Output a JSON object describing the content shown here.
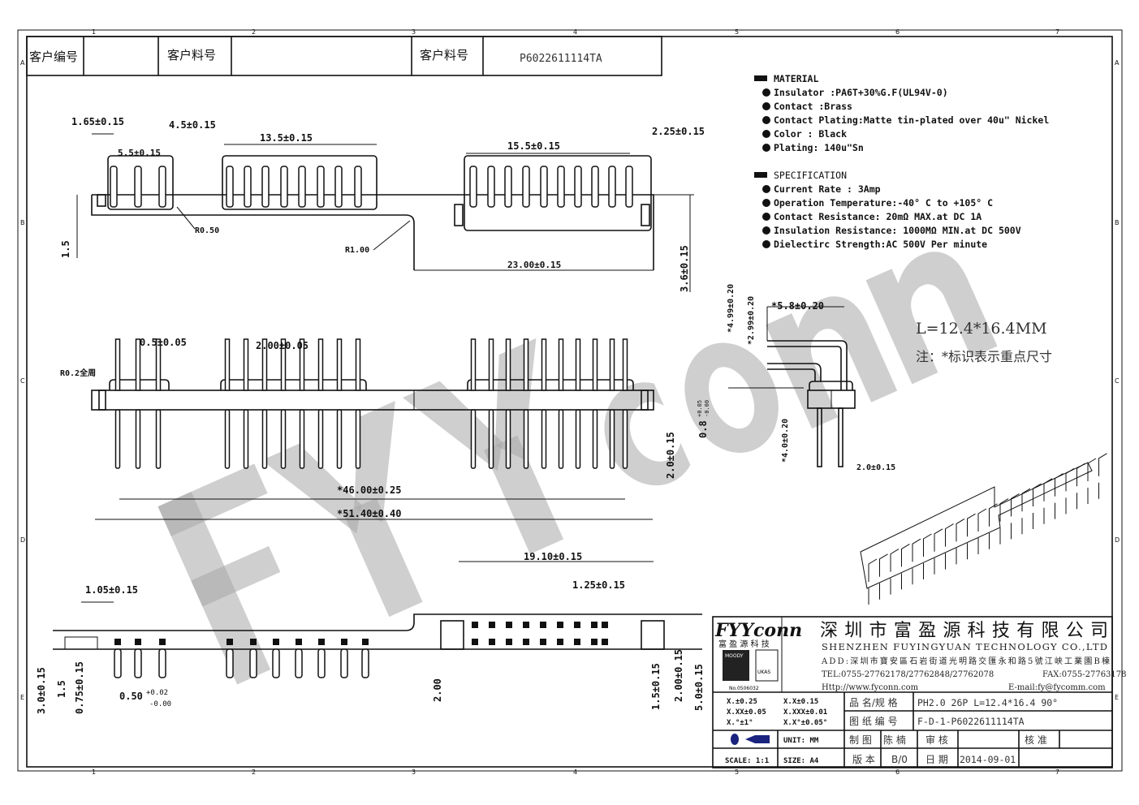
{
  "header": {
    "customer_no_label": "客户编号",
    "customer_no_value": "",
    "customer_part_label_1": "客户料号",
    "customer_part_value_1": "",
    "customer_part_label_2": "客户料号",
    "customer_part_value_2": "P6022611114TA"
  },
  "grid": {
    "columns": [
      "1",
      "2",
      "3",
      "4",
      "5",
      "6",
      "7"
    ],
    "rows": [
      "A",
      "B",
      "C",
      "D",
      "E"
    ]
  },
  "watermark": "FYYconn",
  "dimensions": {
    "top_view": [
      "1.65±0.15",
      "4.5±0.15",
      "13.5±0.15",
      "15.5±0.15",
      "2.25±0.15",
      "5.5±0.15",
      "R0.50",
      "R1.00",
      "23.00±0.15",
      "3.6±0.15",
      "1.5"
    ],
    "front_view": [
      "0.5±0.05",
      "2.00±0.05",
      "R0.2全周",
      "*46.00±0.25",
      "*51.40±0.40",
      "2.0±0.15",
      "0.8"
    ],
    "bottom_view": [
      "19.10±0.15",
      "1.25±0.15",
      "1.05±0.15",
      "3.0±0.15",
      "1.5",
      "0.75±0.15",
      "0.50",
      "+0.02",
      "-0.00",
      "2.00",
      "1.5±0.15",
      "2.00±0.15",
      "5.0±0.15"
    ],
    "side_view": [
      "*4.99±0.20",
      "*2.99±0.20",
      "*5.8±0.20",
      "*4.0±0.20",
      "2.0±0.15"
    ],
    "tol_small_plus": "+0.05",
    "tol_small_minus": "-0.00"
  },
  "material": {
    "heading": "MATERIAL",
    "items": [
      "Insulator :PA6T+30%G.F(UL94V-0)",
      "Contact   :Brass",
      "Contact Plating:Matte tin-plated over  40u\" Nickel",
      "Color : Black",
      "Plating: 140u\"Sn"
    ]
  },
  "specification": {
    "heading": "SPECIFICATION",
    "items": [
      "Current Rate : 3Amp",
      "Operation Temperature:-40° C to +105° C",
      "Contact Resistance: 20mΩ  MAX.at DC 1A",
      "Insulation Resistance: 1000MΩ  MIN.at DC 500V",
      "Dielectirc Strength:AC 500V Per minute"
    ]
  },
  "note": {
    "length": "L=12.4*16.4MM",
    "remark": "注：*标识表示重点尺寸"
  },
  "title_block": {
    "logo": "FYYconn",
    "logo_cn": "富 盈 源 科 技",
    "cert_left": "MOODY",
    "cert_no": "No.0506032",
    "cert_right": "UKAS",
    "company_cn": "深圳市富盈源科技有限公司",
    "company_en": "SHENZHEN FUYINGYUAN TECHNOLOGY CO.,LTD",
    "address": "ADD:深圳市寶安區石岩街道光明路交匯永和路5號江峡工業園B棟",
    "tel": "TEL:0755-27762178/27762848/27762078",
    "fax": "FAX:0755-27763178",
    "http": "Http://www.fyconn.com",
    "email": "E-mail:fy@fycomm.com",
    "tolerances": [
      "X.±0.25",
      "X.X±0.15",
      "X.XX±0.05",
      "X.XXX±0.01",
      "X.°±1°",
      "X.X°±0.05°"
    ],
    "unit": "UNIT: MM",
    "scale": "SCALE: 1:1",
    "size": "SIZE: A4",
    "name_label": "品 名/规 格",
    "name_value": "PH2.0  26P  L=12.4*16.4   90°",
    "drawing_no_label": "图 纸 编 号",
    "drawing_no_value": "F-D-1-P6022611114TA",
    "drawn_label": "制 图",
    "drawn_value": "陈 楠",
    "check_label": "审 核",
    "check_value": "",
    "approve_label": "核 准",
    "approve_value": "",
    "version_label": "版 本",
    "version_value": "B/0",
    "date_label": "日 期",
    "date_value": "2014-09-01"
  }
}
